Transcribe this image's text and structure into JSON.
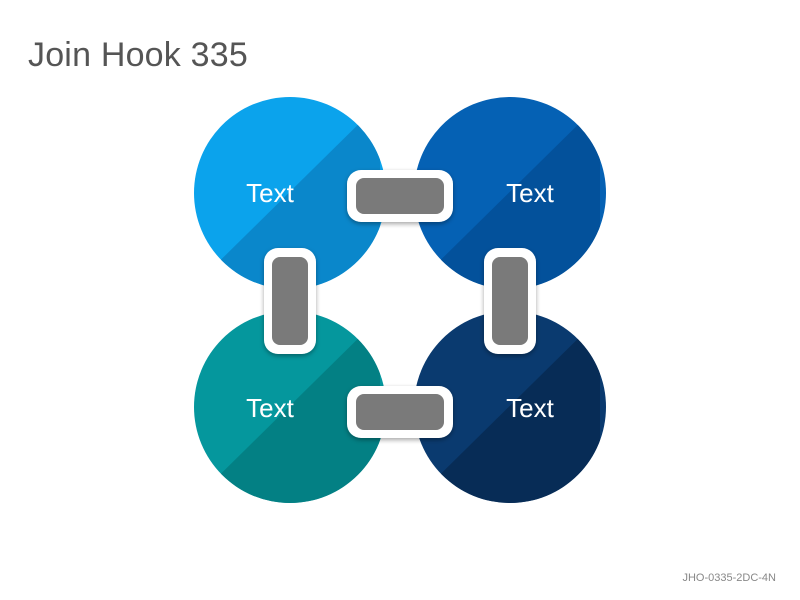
{
  "page": {
    "title": "Join Hook 335",
    "footer_code": "JHO-0335-2DC-4N"
  },
  "nodes": [
    {
      "id": "top-left",
      "label": "Text",
      "color": "#0ba3ec",
      "shade": "#0a82c6"
    },
    {
      "id": "top-right",
      "label": "Text",
      "color": "#0561b4",
      "shade": "#044f97"
    },
    {
      "id": "bottom-left",
      "label": "Text",
      "color": "#05979d",
      "shade": "#037b80"
    },
    {
      "id": "bottom-right",
      "label": "Text",
      "color": "#0a3a6f",
      "shade": "#072a52"
    }
  ],
  "connectors": {
    "fill": "#7a7a7a",
    "border": "#ffffff"
  }
}
